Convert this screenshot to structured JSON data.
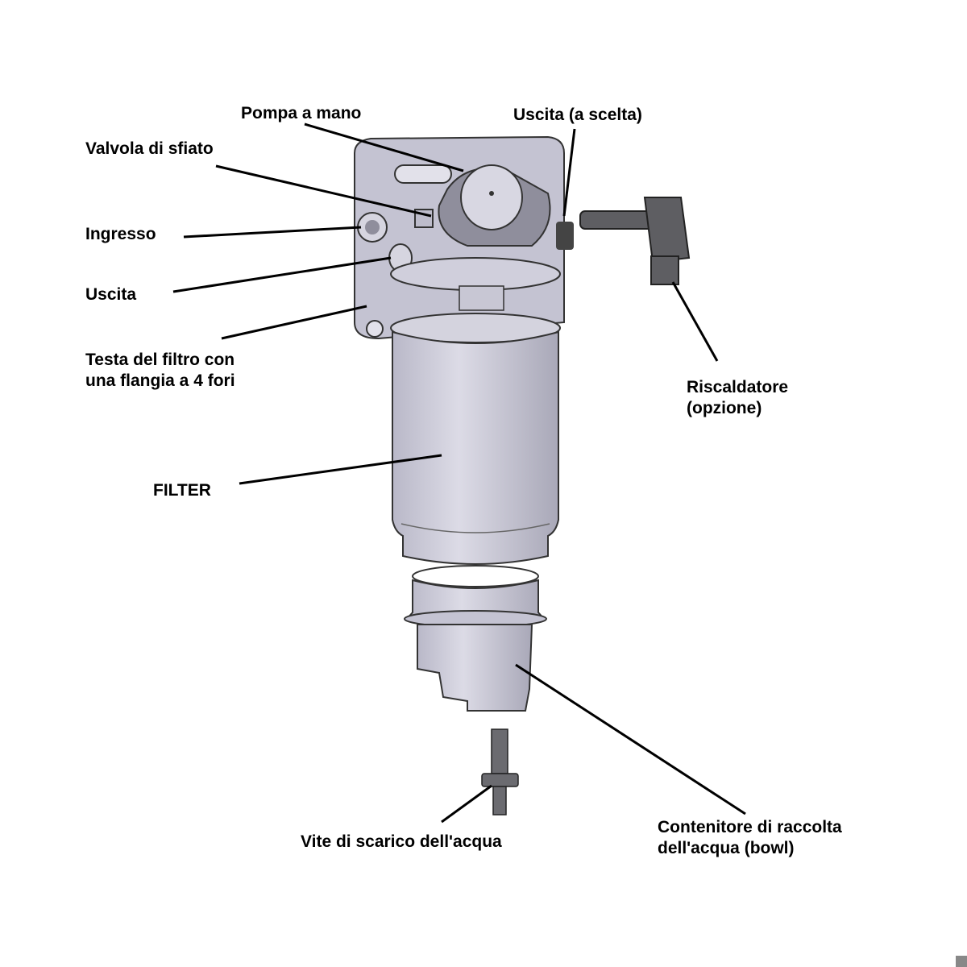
{
  "labels": {
    "pompa": "Pompa a mano",
    "uscita_scelta": "Uscita (a scelta)",
    "valvola": "Valvola di sfiato",
    "ingresso": "Ingresso",
    "uscita": "Uscita",
    "testa_1": "Testa del filtro con",
    "testa_2": "una flangia a 4 fori",
    "riscaldatore_1": "Riscaldatore",
    "riscaldatore_2": "(opzione)",
    "filter": "FILTER",
    "vite": "Vite di scarico dell'acqua",
    "contenitore_1": "Contenitore di raccolta",
    "contenitore_2": "dell'acqua (bowl)"
  },
  "colors": {
    "part": "#c9c8d6",
    "part_dark": "#8f8e9c",
    "outline": "#2a2a2a",
    "heater": "#5a5a5a"
  }
}
